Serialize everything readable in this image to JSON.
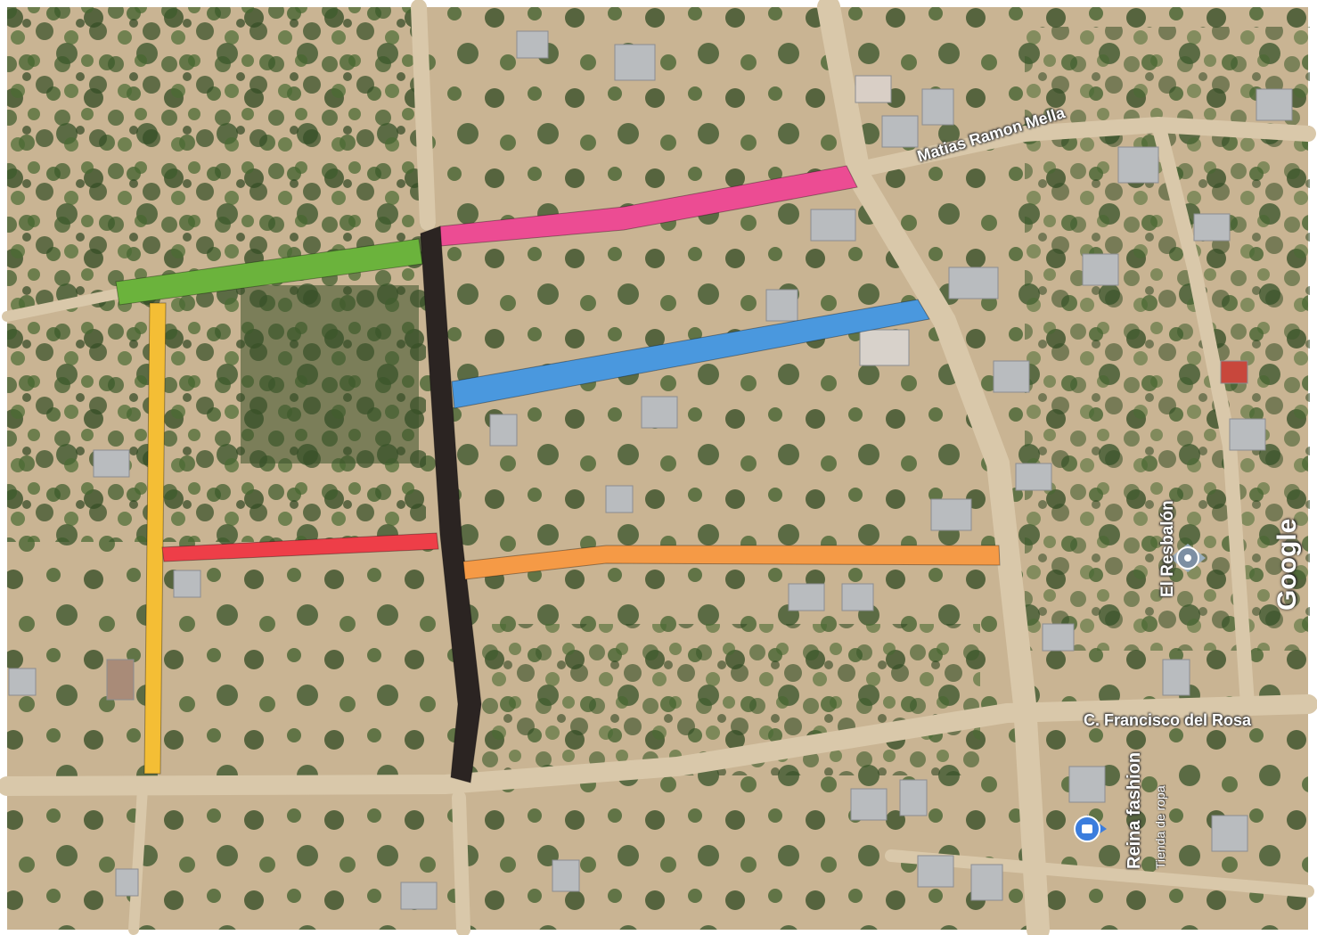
{
  "map": {
    "type": "satellite",
    "watermark": "Google",
    "streets": [
      {
        "name": "Matias Ramon Mella"
      },
      {
        "name": "C. Francisco del Rosa"
      }
    ],
    "places": [
      {
        "name": "El Resbalón",
        "icon": "place-pin-icon"
      },
      {
        "name": "Reina fashion",
        "category": "Tienda de ropa",
        "icon": "clothing-store-pin-icon"
      }
    ],
    "overlay_colors": {
      "pink": "#ec4c93",
      "green": "#6bb33c",
      "black": "#2b2422",
      "blue": "#4a98de",
      "yellow": "#f4be35",
      "red": "#ee3e48",
      "orange": "#f59a46"
    },
    "colors": {
      "ground": "#c9b493",
      "road": "#d8c7ab",
      "tree": "#3d5a2c",
      "roof": "#b9bcbf"
    }
  }
}
